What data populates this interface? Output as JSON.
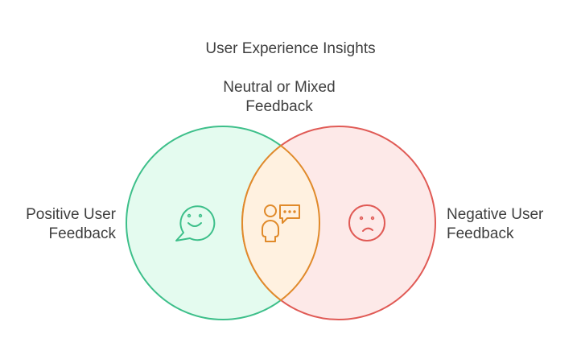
{
  "title": "User Experience Insights",
  "sets": {
    "overlap": {
      "line1": "Neutral or Mixed",
      "line2": "Feedback",
      "icon": "person-speech-bubble-icon"
    },
    "left": {
      "line1": "Positive User",
      "line2": "Feedback",
      "icon": "smiling-speech-bubble-icon"
    },
    "right": {
      "line1": "Negative User",
      "line2": "Feedback",
      "icon": "frowning-face-icon"
    }
  },
  "colors": {
    "left_stroke": "#3dbf8a",
    "left_fill": "#e4fbef",
    "right_stroke": "#e05a55",
    "right_fill": "#fde9e8",
    "overlap_stroke": "#e08a2a",
    "overlap_fill": "#fff1e0",
    "left_icon": "#3dbf8a",
    "overlap_icon": "#e08a2a",
    "right_icon": "#e05a55"
  }
}
